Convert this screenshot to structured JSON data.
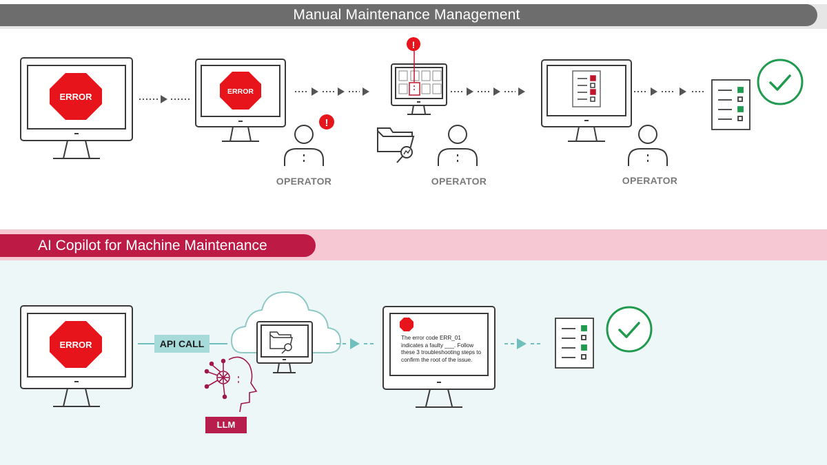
{
  "manual": {
    "title": "Manual Maintenance Management",
    "operators": [
      "OPERATOR",
      "OPERATOR",
      "OPERATOR"
    ],
    "error_label": "ERROR",
    "alert_glyph": "!"
  },
  "copilot": {
    "title": "AI Copilot for Machine Maintenance",
    "error_label": "ERROR",
    "api_label": "API CALL",
    "llm_label": "LLM",
    "error_message": "The error code ERR_01 indicates a faulty ___. Follow these 3 troubleshooting steps to confirm the root of the issue."
  },
  "colors": {
    "error_red": "#e8141b",
    "success_green": "#1f9a4e",
    "brand_crimson": "#be1a46",
    "header_gray": "#6d6d6d",
    "teal": "#a6dbd9",
    "outline": "#3a3a3a"
  }
}
